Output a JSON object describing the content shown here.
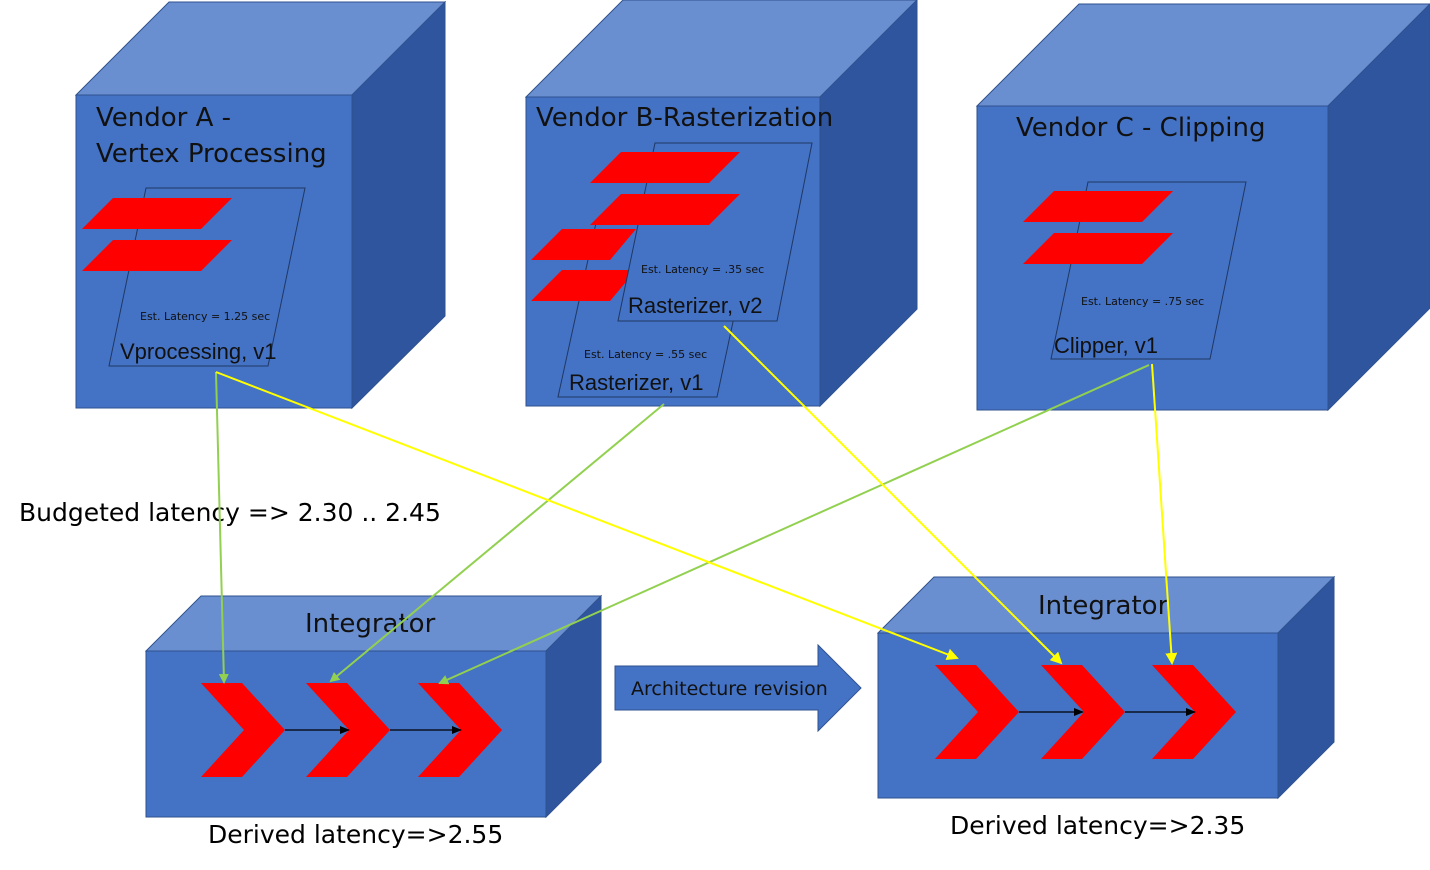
{
  "vendors": [
    {
      "title_line1": "Vendor A -",
      "title_line2": "Vertex Processing",
      "components": [
        {
          "latency": "Est. Latency = 1.25 sec",
          "name": "Vprocessing, v1"
        }
      ]
    },
    {
      "title_line1": "Vendor B-Rasterization",
      "components": [
        {
          "latency": "Est. Latency = .35 sec",
          "name": "Rasterizer, v2"
        },
        {
          "latency": "Est. Latency = .55 sec",
          "name": "Rasterizer, v1"
        }
      ]
    },
    {
      "title_line1": "Vendor C - Clipping",
      "components": [
        {
          "latency": "Est. Latency = .75 sec",
          "name": "Clipper, v1"
        }
      ]
    }
  ],
  "budget_label": "Budgeted latency => 2.30 .. 2.45",
  "integrators": [
    {
      "title": "Integrator",
      "derived": "Derived latency=>2.55"
    },
    {
      "title": "Integrator",
      "derived": "Derived latency=>2.35"
    }
  ],
  "revision_label": "Architecture revision",
  "colors": {
    "box_front": "#4472C4",
    "box_top": "#6A8FD0",
    "box_side": "#2F559E",
    "box_edge": "#2F528F",
    "red_shape": "#FF0000",
    "green_link": "#92D050",
    "yellow_link": "#FFFF00"
  }
}
